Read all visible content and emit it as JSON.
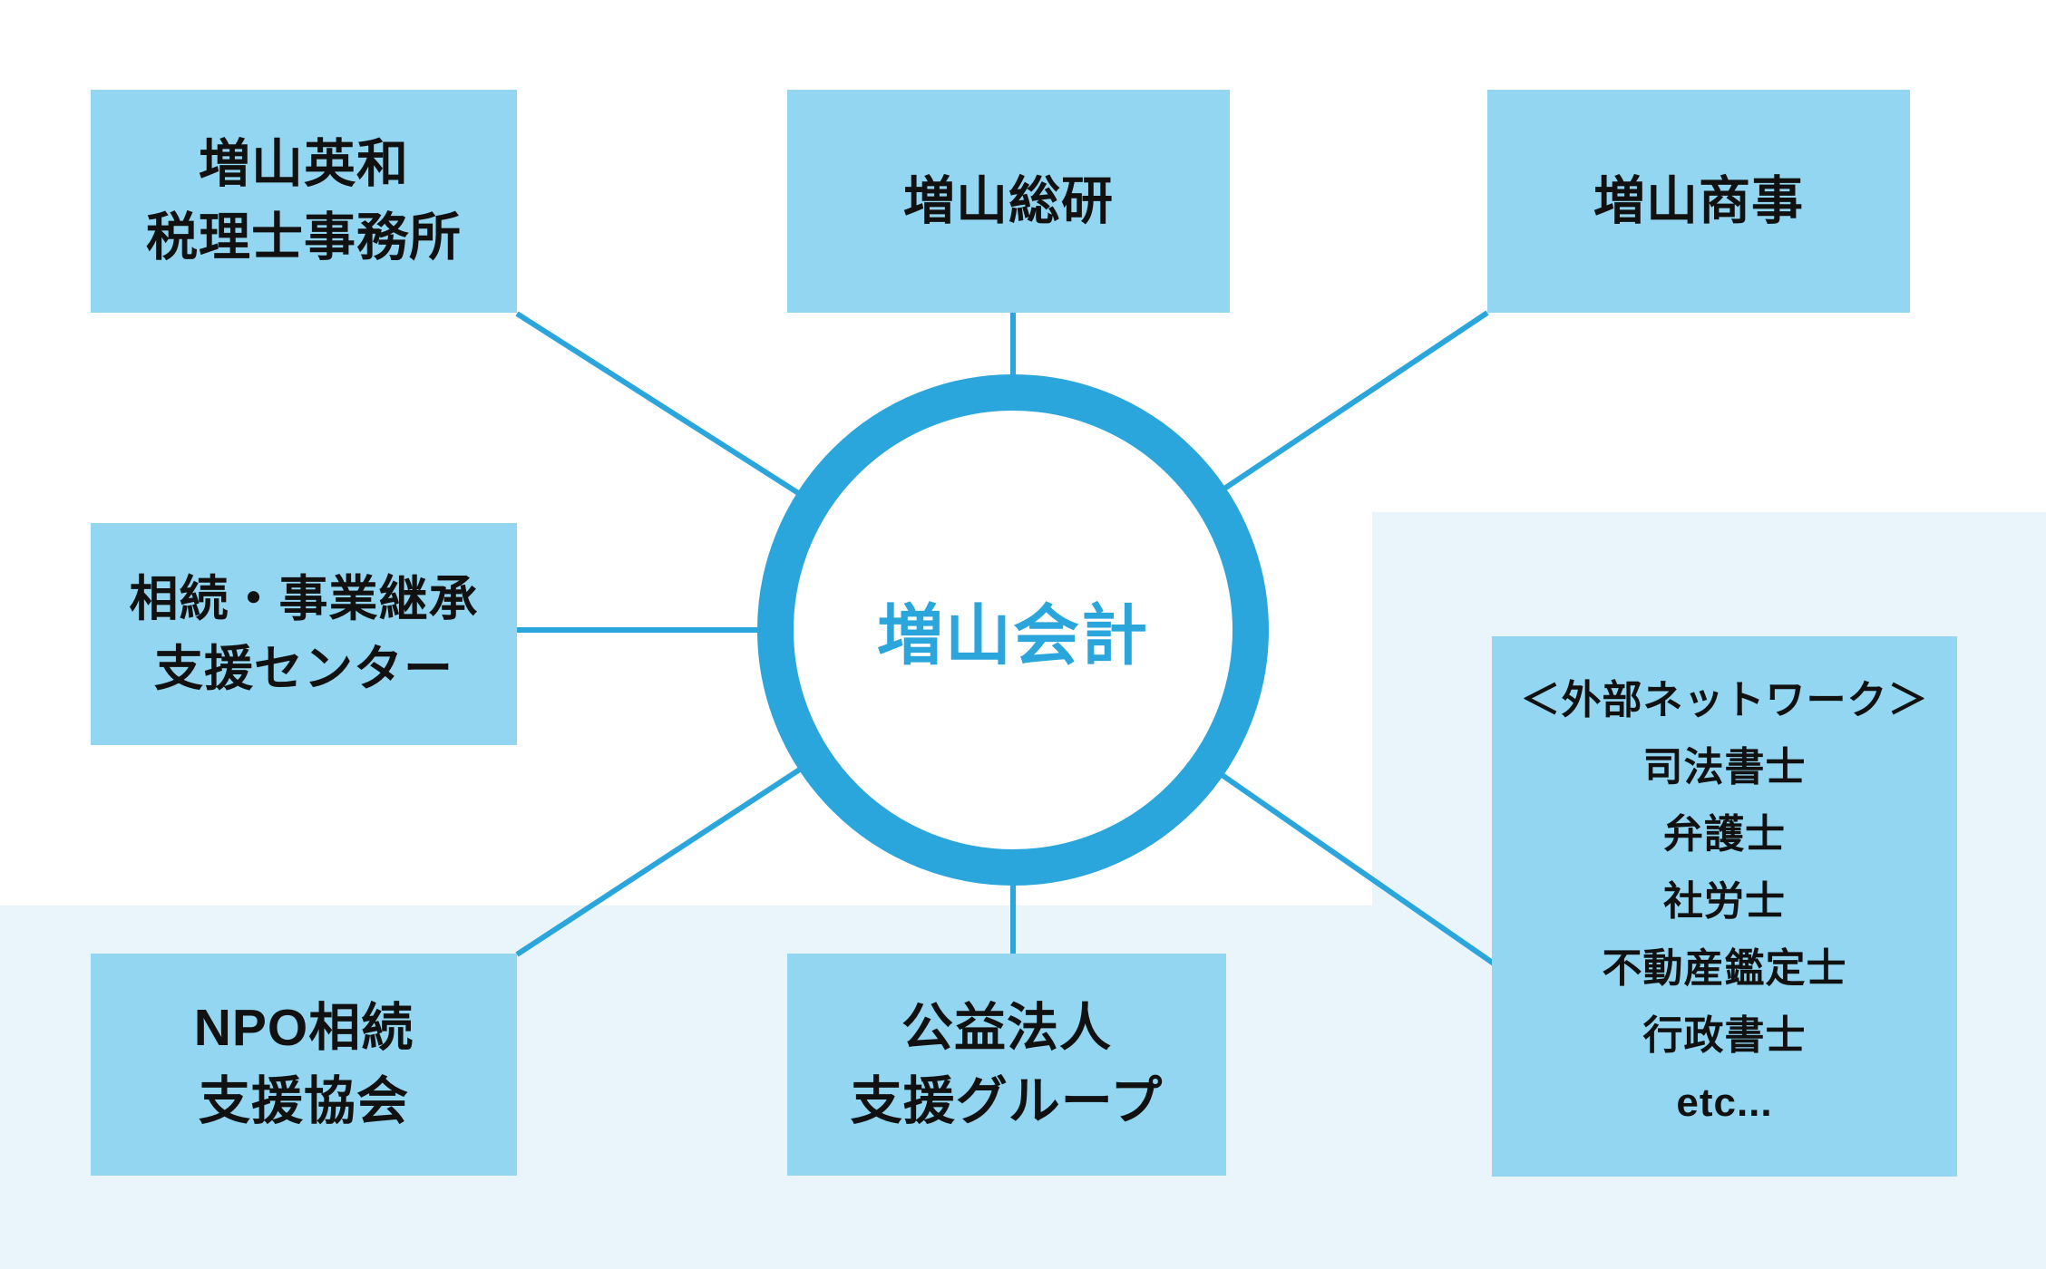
{
  "palette": {
    "accent_blue": "#2ba6dd",
    "box_fill": "#92d6f1",
    "panel_fill": "#e9f4fb",
    "text_color": "#111111",
    "background": "#ffffff"
  },
  "hub": {
    "label": "増山会計"
  },
  "boxes": {
    "tax_office": {
      "lines": [
        "増山英和",
        "税理士事務所"
      ]
    },
    "soken": {
      "lines": [
        "増山総研"
      ]
    },
    "shoji": {
      "lines": [
        "増山商事"
      ]
    },
    "succession_center": {
      "lines": [
        "相続・事業継承",
        "支援センター"
      ]
    },
    "npo": {
      "lines": [
        "NPO相続",
        "支援協会"
      ]
    },
    "public_interest": {
      "lines": [
        "公益法人",
        "支援グループ"
      ]
    }
  },
  "external_network": {
    "title": "＜外部ネットワーク＞",
    "items": [
      "司法書士",
      "弁護士",
      "社労士",
      "不動産鑑定士",
      "行政書士",
      "etc..."
    ]
  }
}
